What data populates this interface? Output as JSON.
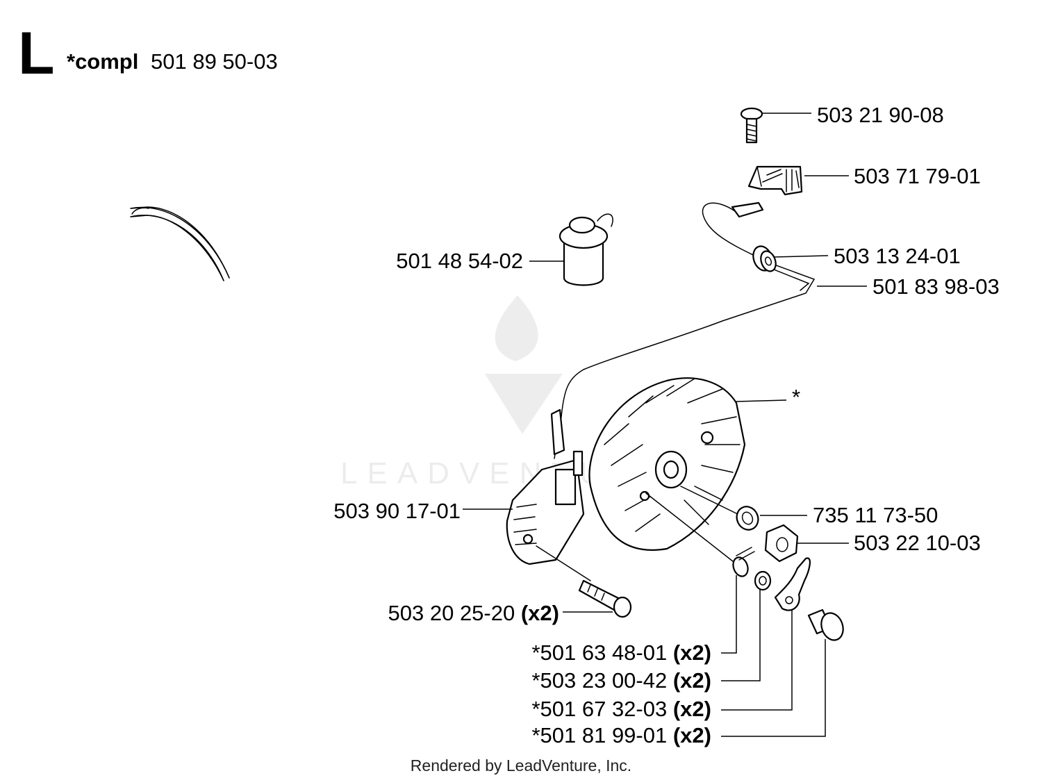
{
  "header": {
    "section_letter": "L",
    "compl_prefix": "*compl",
    "compl_number": "501 89 50-03"
  },
  "callouts": {
    "screw_top": {
      "number": "503 21 90-08",
      "qty": ""
    },
    "switch": {
      "number": "503 71 79-01",
      "qty": ""
    },
    "grommet": {
      "number": "503 13 24-01",
      "qty": ""
    },
    "wire_lead": {
      "number": "501 83 98-03",
      "qty": ""
    },
    "spark_boot": {
      "number": "501 48 54-02",
      "qty": ""
    },
    "flywheel": {
      "number": "*",
      "qty": ""
    },
    "washer": {
      "number": "735 11 73-50",
      "qty": ""
    },
    "nut": {
      "number": "503 22 10-03",
      "qty": ""
    },
    "ignition_module": {
      "number": "503 90 17-01",
      "qty": ""
    },
    "module_screw": {
      "number": "503 20 25-20",
      "qty": "(x2)"
    },
    "spring": {
      "number": "*501 63 48-01",
      "qty": "(x2)"
    },
    "small_washer": {
      "number": "*503 23 00-42",
      "qty": "(x2)"
    },
    "pawl": {
      "number": "*501 67 32-03",
      "qty": "(x2)"
    },
    "pawl_pin": {
      "number": "*501 81 99-01",
      "qty": "(x2)"
    }
  },
  "watermark": {
    "text": "LEADVENTURE"
  },
  "footer": {
    "credit": "Rendered by LeadVenture, Inc."
  }
}
